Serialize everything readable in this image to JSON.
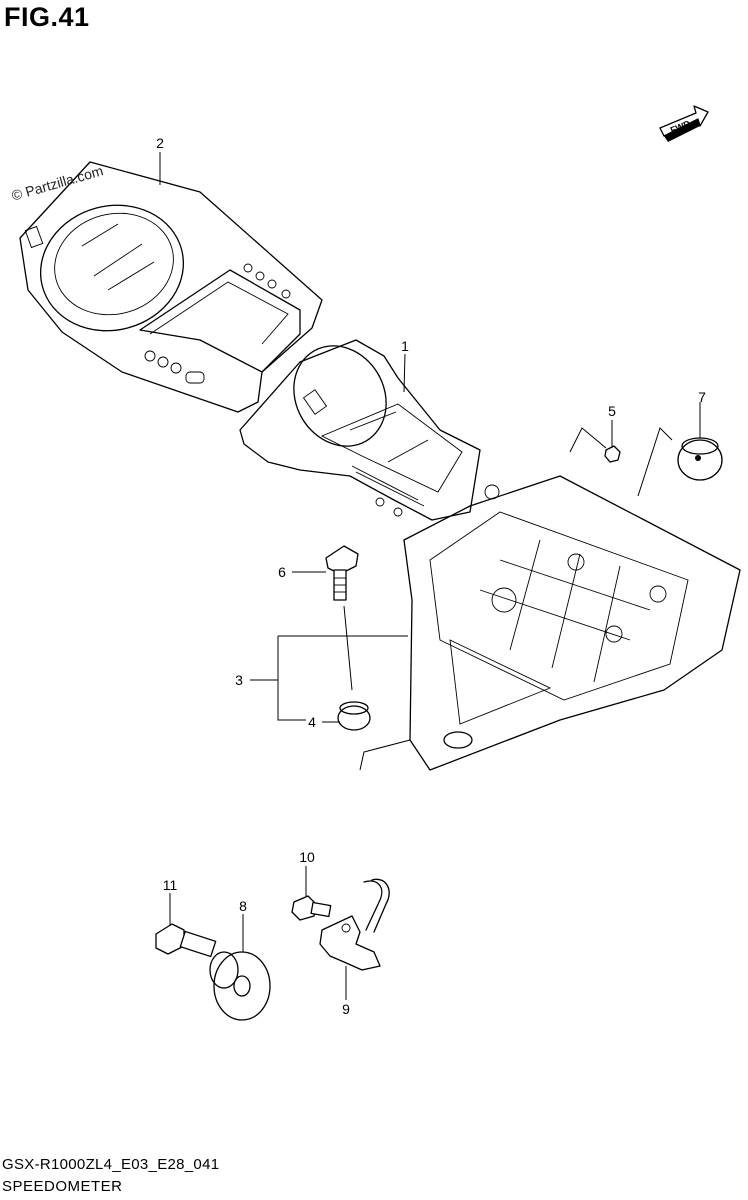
{
  "figure": {
    "title": "FIG.41",
    "watermark": "© Partzilla.com",
    "model_code": "GSX-R1000ZL4_E03_E28_041",
    "name": "SPEEDOMETER",
    "fwd_label": "FWD"
  },
  "callouts": [
    {
      "id": "2",
      "label": "2"
    },
    {
      "id": "1",
      "label": "1"
    },
    {
      "id": "5",
      "label": "5"
    },
    {
      "id": "7",
      "label": "7"
    },
    {
      "id": "6",
      "label": "6"
    },
    {
      "id": "3",
      "label": "3"
    },
    {
      "id": "4",
      "label": "4"
    },
    {
      "id": "10",
      "label": "10"
    },
    {
      "id": "11",
      "label": "11"
    },
    {
      "id": "8",
      "label": "8"
    },
    {
      "id": "9",
      "label": "9"
    }
  ],
  "parts": [
    {
      "ref": "1",
      "name": "meter-assembly"
    },
    {
      "ref": "2",
      "name": "meter-cover"
    },
    {
      "ref": "3",
      "name": "cushion-set"
    },
    {
      "ref": "4",
      "name": "cushion"
    },
    {
      "ref": "5",
      "name": "nut"
    },
    {
      "ref": "6",
      "name": "screw"
    },
    {
      "ref": "7",
      "name": "cushion"
    },
    {
      "ref": "8",
      "name": "rotor"
    },
    {
      "ref": "9",
      "name": "speed-sensor"
    },
    {
      "ref": "10",
      "name": "bolt"
    },
    {
      "ref": "11",
      "name": "bolt"
    }
  ]
}
